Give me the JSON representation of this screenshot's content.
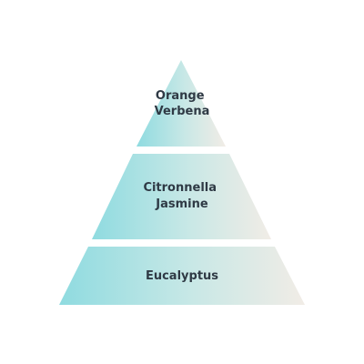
{
  "pyramid": {
    "colors": {
      "left": "#8fdbe0",
      "right": "#f1ece6",
      "text": "#2f3a45"
    },
    "tiers": [
      {
        "name": "top-note",
        "lines": [
          "Orange",
          "Verbena"
        ]
      },
      {
        "name": "heart-note",
        "lines": [
          "Citronnella",
          "Jasmine"
        ]
      },
      {
        "name": "base-note",
        "lines": [
          "Eucalyptus"
        ]
      }
    ]
  }
}
